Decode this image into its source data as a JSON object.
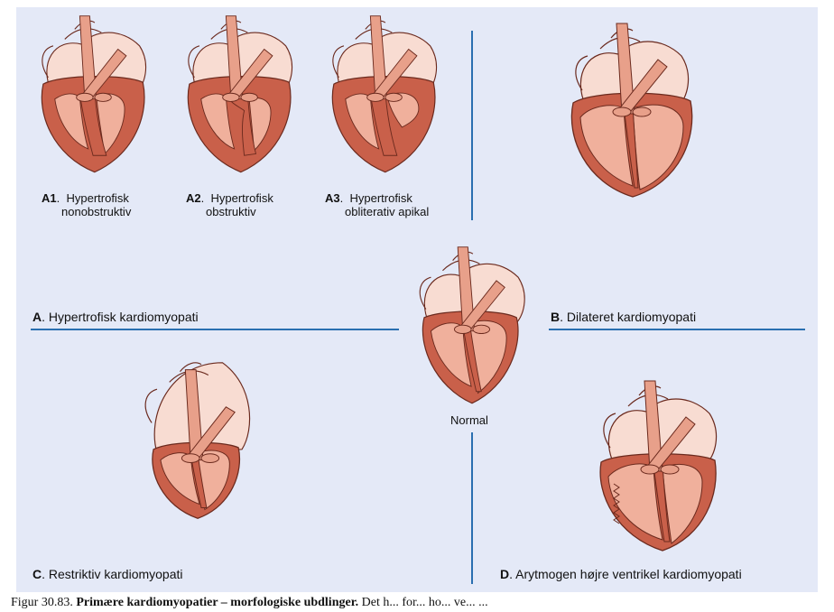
{
  "subtypes": {
    "a1": {
      "code": "A1",
      "line1": "Hypertrofisk",
      "line2": "nonobstruktiv"
    },
    "a2": {
      "code": "A2",
      "line1": "Hypertrofisk",
      "line2": "obstruktiv"
    },
    "a3": {
      "code": "A3",
      "line1": "Hypertrofisk",
      "line2": "obliterativ apikal"
    }
  },
  "sections": {
    "a": {
      "code": "A",
      "text": ". Hypertrofisk kardiomyopati"
    },
    "b": {
      "code": "B",
      "text": ". Dilateret kardiomyopati"
    },
    "c": {
      "code": "C",
      "text": ". Restriktiv kardiomyopati"
    },
    "d": {
      "code": "D",
      "text": ". Arytmogen højre ventrikel kardiomyopati"
    }
  },
  "center_label": "Normal",
  "colors": {
    "panel": "#e4e9f7",
    "divider": "#2a6fb0",
    "myocardium": "#c9604a",
    "chamber": "#f0b09c",
    "atrium": "#f8dcd2",
    "vessel": "#e8a08a",
    "outline": "#6b2a1e"
  },
  "caption": {
    "prefix": "Figur 30.83.",
    "bold": "Primære kardiomyopatier – morfologiske ubdlinger.",
    "rest": "Det h... for... ho... ve... ..."
  }
}
